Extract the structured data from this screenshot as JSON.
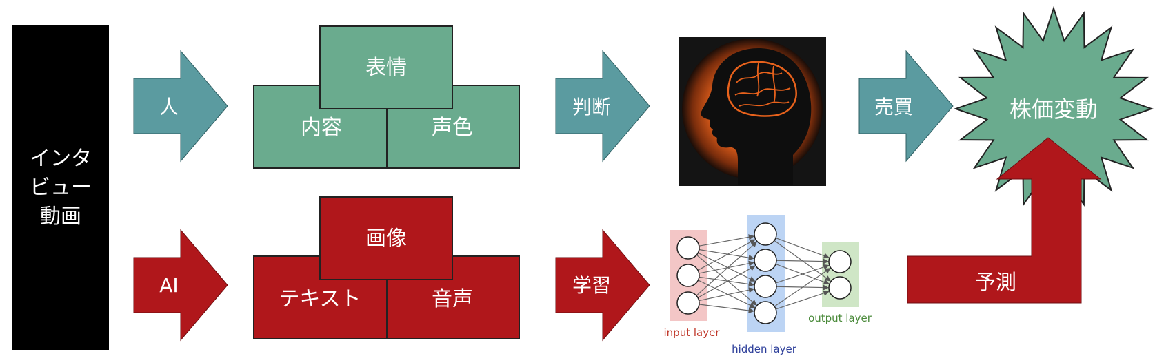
{
  "source_box": {
    "lines": [
      "インタ",
      "ビュー",
      "動画"
    ],
    "color": "#000000"
  },
  "human_row": {
    "arrow_label": "人",
    "blocks": {
      "top": "表情",
      "left": "内容",
      "right": "声色"
    },
    "judge_label": "判断",
    "trade_label": "売買",
    "result_label": "株価変動"
  },
  "ai_row": {
    "arrow_label": "AI",
    "blocks": {
      "top": "画像",
      "left": "テキスト",
      "right": "音声"
    },
    "learn_label": "学習",
    "predict_label": "予測"
  },
  "neural_net": {
    "input_label": "input layer",
    "hidden_label": "hidden layer",
    "output_label": "output layer",
    "input_nodes": 3,
    "hidden_nodes": 4,
    "output_nodes": 2
  },
  "colors": {
    "teal_arrow": "#5b9ba0",
    "green_block": "#6aab8e",
    "red": "#b0171b",
    "star_green": "#6aab8e",
    "brain_glow": "#e8621c",
    "input_layer": "#f3c6c6",
    "hidden_layer": "#bcd4f4",
    "output_layer": "#cfe6c6",
    "input_text": "#c0392b",
    "hidden_text": "#2c3e9a",
    "output_text": "#4a8a3a"
  },
  "icons": {
    "brain": "brain-head-icon",
    "network": "neural-network-icon"
  }
}
